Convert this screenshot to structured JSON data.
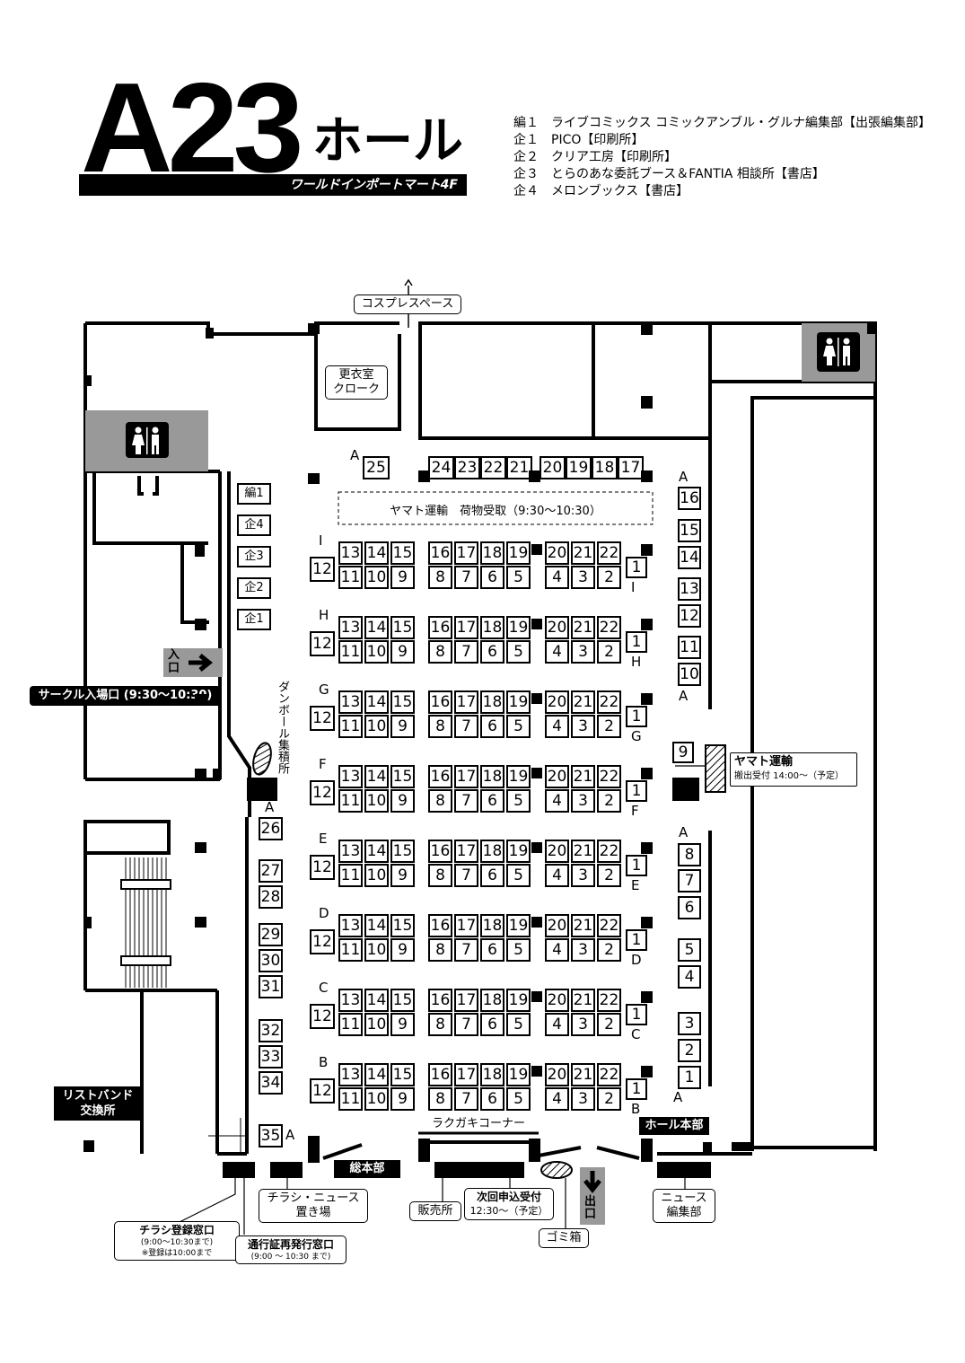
{
  "header": {
    "title_main": "A23",
    "title_hall": "ホール",
    "subtitle": "ワールドインポートマート4F"
  },
  "legend": [
    "編１　ライブコミックス コミックアンブル・グルナ編集部【出張編集部】",
    "企１　PICO【印刷所】",
    "企２　クリア工房【印刷所】",
    "企３　とらのあな委託ブース＆FANTIA 相談所【書店】",
    "企４　メロンブックス【書店】"
  ],
  "labels": {
    "cosplay": "コスプレスペース",
    "changing_room": "更衣室\nクローク",
    "yamato_intake": "ヤマト運輸　荷物受取（9:30〜10:30）",
    "circle_entrance": "サークル入場口 (9:30〜10:30)",
    "entrance": "入口",
    "cardboard": "ダンボール集積所",
    "yamato_ship_title": "ヤマト運輸",
    "yamato_ship_time": "搬出受付 14:00〜（予定）",
    "wristband": "リストバンド\n交換所",
    "rakugaki": "ラクガキコーナー",
    "hq": "総本部",
    "hall_hq": "ホール本部",
    "flyer_news": "チラシ・ニュース\n置き場",
    "sales": "販売所",
    "next_app_title": "次回申込受付",
    "next_app_time": "12:30〜（予定）",
    "trash": "ゴミ箱",
    "exit": "出口",
    "news_editorial": "ニュース\n編集部",
    "flyer_reg_title": "チラシ登録窓口",
    "flyer_reg_time": "(9:00〜10:30まで)",
    "flyer_reg_note": "※登録は10:00まで",
    "pass_title": "通行証再発行窓口",
    "pass_time": "(9:00 〜 10:30 まで)"
  },
  "rows": [
    "I",
    "H",
    "G",
    "F",
    "E",
    "D",
    "C",
    "B"
  ],
  "row_top_numbers": [
    "13",
    "14",
    "15",
    "16",
    "17",
    "18",
    "19",
    "20",
    "21",
    "22"
  ],
  "row_bottom_numbers": [
    "11",
    "10",
    "9",
    "8",
    "7",
    "6",
    "5",
    "4",
    "3",
    "2"
  ],
  "row_end_left": "12",
  "row_end_right": "1",
  "top_wall_spaces": [
    "25",
    "24",
    "23",
    "22",
    "21",
    "20",
    "19",
    "18",
    "17"
  ],
  "right_wall_spaces_upper": [
    "16",
    "15",
    "14",
    "13",
    "12",
    "11",
    "10"
  ],
  "right_wall_single": "9",
  "right_wall_spaces_lower": [
    "8",
    "7",
    "6",
    "5",
    "4",
    "3",
    "2",
    "1"
  ],
  "left_wall_spaces": [
    "26",
    "27",
    "28",
    "29",
    "30",
    "31",
    "32",
    "33",
    "34",
    "35"
  ],
  "corporate_spaces": [
    "編1",
    "企4",
    "企3",
    "企2",
    "企1"
  ],
  "block_letter_A": "A"
}
